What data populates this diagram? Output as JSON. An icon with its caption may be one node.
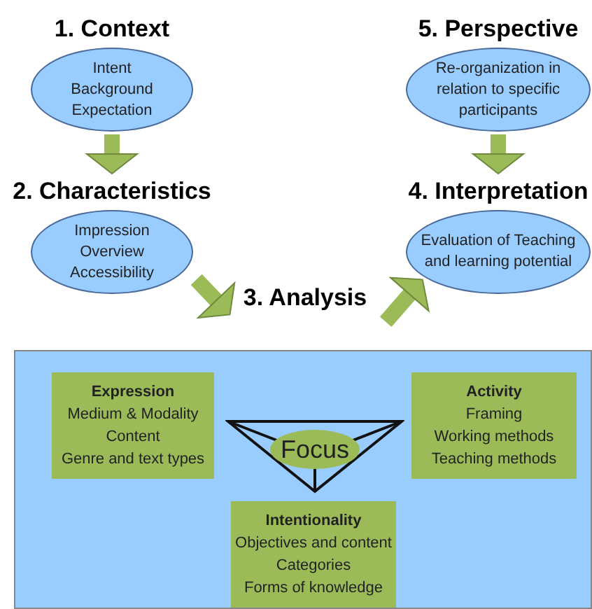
{
  "diagram": {
    "nodes": [
      {
        "text": [
          "1. Context",
          "Intent",
          "Background",
          "Expectation"
        ]
      },
      {
        "text": [
          "2. Characteristics",
          "Impression",
          "Overview",
          "Accessibility"
        ]
      },
      {
        "text": [
          "3. Analysis"
        ]
      },
      {
        "text": [],
        "shape": "box"
      },
      {
        "text": [
          "4. Interpretation",
          "Evaluation of Teaching and learning potential"
        ]
      },
      {
        "text": [
          "5. Perspective",
          "Re-organization in relation to specific participants"
        ]
      },
      {
        "text": [
          "Expression",
          "Medium & Modality",
          "Content",
          "Genre and text types"
        ],
        "in": 3
      },
      {
        "text": [
          "Focus"
        ],
        "in": 3
      },
      {
        "text": [
          "Activity",
          "Framing",
          "Working methods",
          "Teaching methods"
        ],
        "in": 3
      },
      {
        "text": [
          "Intentionality",
          "Objectives and content",
          "Categories",
          "Forms of knowledge"
        ],
        "in": 3
      }
    ],
    "edges": [
      {
        "from": 0,
        "to": 1,
        "arrow": "to"
      },
      {
        "from": 1,
        "to": 2,
        "arrow": "to"
      },
      {
        "from": 2,
        "to": 4,
        "arrow": "to"
      },
      {
        "from": 5,
        "to": 4,
        "arrow": "to"
      }
    ]
  }
}
